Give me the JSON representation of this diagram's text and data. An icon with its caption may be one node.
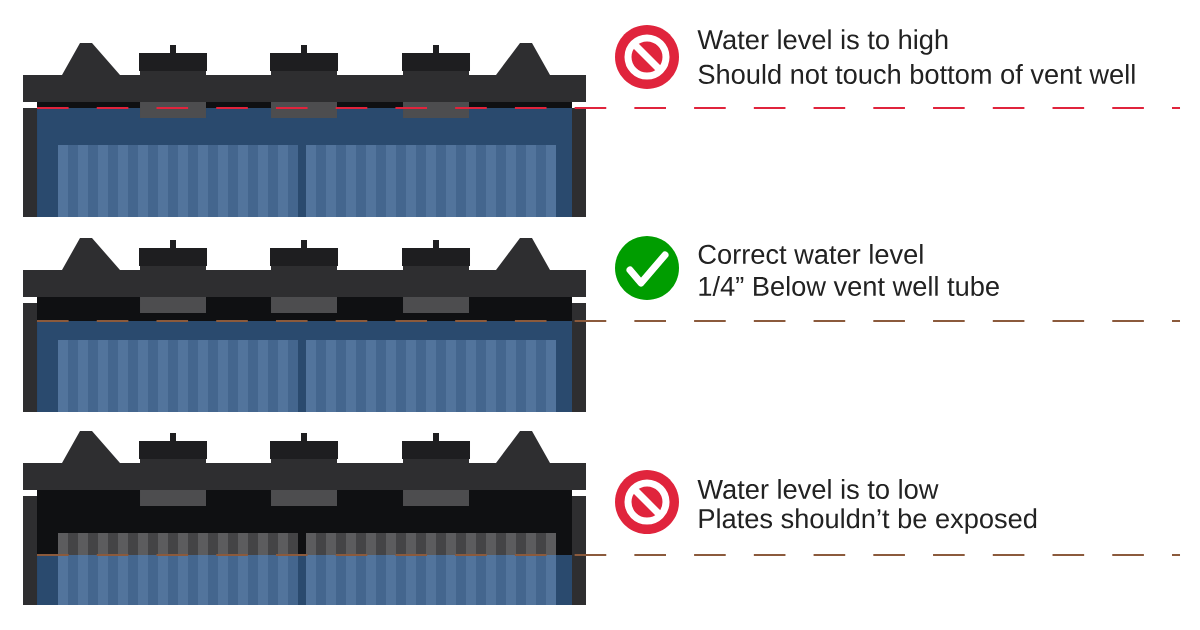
{
  "diagram": {
    "labels": [
      "Water level is to high",
      "Should not touch bottom of vent well",
      "Correct water level",
      "1/4” Below vent well tube",
      "Water level is to low",
      "Plates shouldn’t be exposed"
    ]
  }
}
